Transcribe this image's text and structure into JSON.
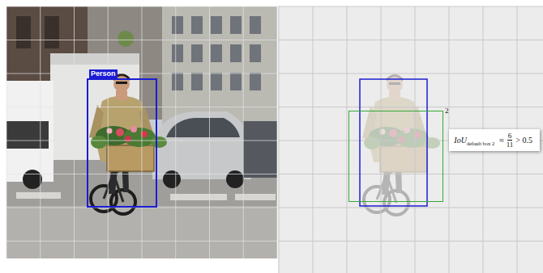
{
  "diagram": {
    "nodes": [
      {
        "text": [
          "Person"
        ]
      },
      {
        "text": [
          "2"
        ]
      },
      {
        "text": [
          "IoU",
          "default box 2",
          "≈",
          "6",
          "11",
          "> 0.5"
        ]
      }
    ]
  }
}
